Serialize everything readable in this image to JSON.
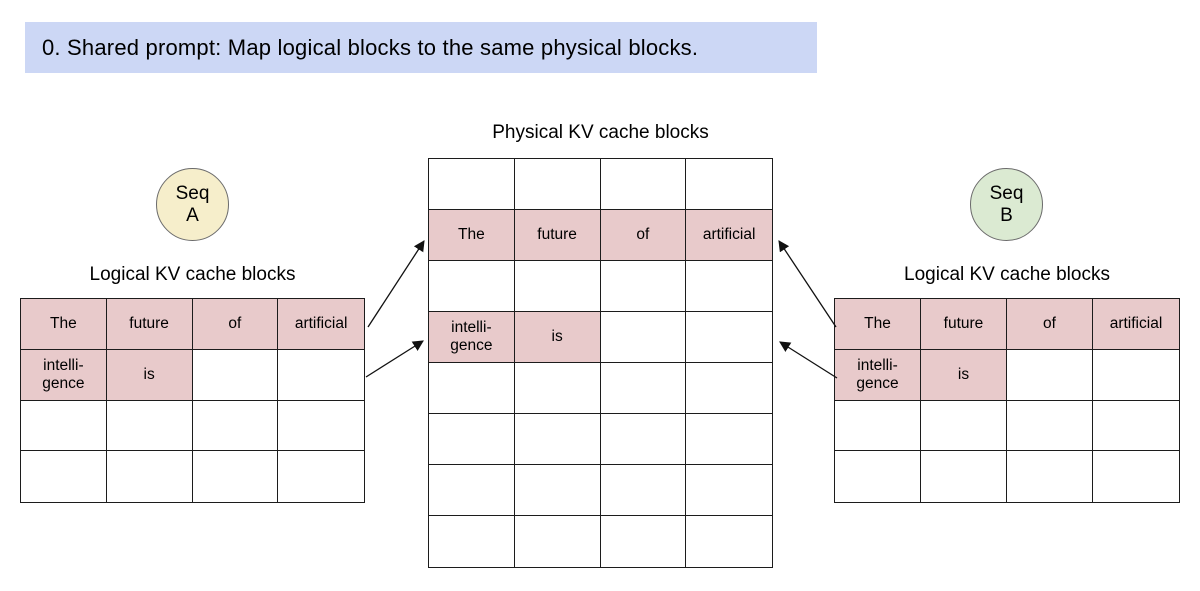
{
  "banner": {
    "text": "0. Shared prompt: Map logical blocks to the same physical blocks.",
    "bg_color": "#ccd7f5"
  },
  "colors": {
    "cell_fill": "#e8cacb",
    "seq_a_fill": "#f6eecb",
    "seq_b_fill": "#dbead2",
    "line": "#1c1c1c"
  },
  "seq_a": {
    "label": "Seq\nA"
  },
  "seq_b": {
    "label": "Seq\nB"
  },
  "logical_a": {
    "title": "Logical KV cache blocks",
    "rows": [
      [
        "The",
        "future",
        "of",
        "artificial"
      ],
      [
        "intelli-\ngence",
        "is",
        "",
        ""
      ],
      [
        "",
        "",
        "",
        ""
      ],
      [
        "",
        "",
        "",
        ""
      ]
    ],
    "filled": [
      [
        true,
        true,
        true,
        true
      ],
      [
        true,
        true,
        false,
        false
      ],
      [
        false,
        false,
        false,
        false
      ],
      [
        false,
        false,
        false,
        false
      ]
    ]
  },
  "logical_b": {
    "title": "Logical KV cache blocks",
    "rows": [
      [
        "The",
        "future",
        "of",
        "artificial"
      ],
      [
        "intelli-\ngence",
        "is",
        "",
        ""
      ],
      [
        "",
        "",
        "",
        ""
      ],
      [
        "",
        "",
        "",
        ""
      ]
    ],
    "filled": [
      [
        true,
        true,
        true,
        true
      ],
      [
        true,
        true,
        false,
        false
      ],
      [
        false,
        false,
        false,
        false
      ],
      [
        false,
        false,
        false,
        false
      ]
    ]
  },
  "physical": {
    "title": "Physical KV cache blocks",
    "rows": [
      [
        "",
        "",
        "",
        ""
      ],
      [
        "The",
        "future",
        "of",
        "artificial"
      ],
      [
        "",
        "",
        "",
        ""
      ],
      [
        "intelli-\ngence",
        "is",
        "",
        ""
      ],
      [
        "",
        "",
        "",
        ""
      ],
      [
        "",
        "",
        "",
        ""
      ],
      [
        "",
        "",
        "",
        ""
      ],
      [
        "",
        "",
        "",
        ""
      ]
    ],
    "filled": [
      [
        false,
        false,
        false,
        false
      ],
      [
        true,
        true,
        true,
        true
      ],
      [
        false,
        false,
        false,
        false
      ],
      [
        true,
        true,
        false,
        false
      ],
      [
        false,
        false,
        false,
        false
      ],
      [
        false,
        false,
        false,
        false
      ],
      [
        false,
        false,
        false,
        false
      ],
      [
        false,
        false,
        false,
        false
      ]
    ]
  },
  "mappings": [
    {
      "from": "seq-a-logical-block-0",
      "to": "physical-block-1"
    },
    {
      "from": "seq-a-logical-block-1",
      "to": "physical-block-3"
    },
    {
      "from": "seq-b-logical-block-0",
      "to": "physical-block-1"
    },
    {
      "from": "seq-b-logical-block-1",
      "to": "physical-block-3"
    }
  ]
}
